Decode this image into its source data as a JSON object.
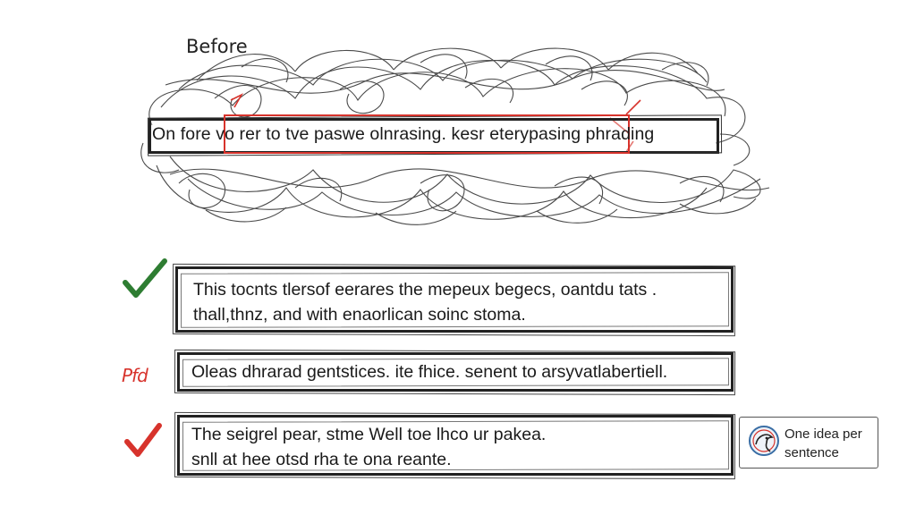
{
  "before_section": {
    "title": "Before",
    "sentence": "On fore  vo rer to tve paswe olnrasing. kesr eterypasing  phrading"
  },
  "examples": [
    {
      "status": "good",
      "mark_icon": "check-icon",
      "mark_color": "#2e7d32",
      "lines": [
        "This tocnts tlersof eerares the mepeux begecs, oantdu tats .",
        "thall,thnz, and with enaorlican soinc stoma."
      ]
    },
    {
      "status": "bad",
      "mark_icon": "fail-scribble-icon",
      "mark_text": "Pfd",
      "mark_color": "#d7332c",
      "lines": [
        "Oleas dhrarad gentstices. ite fhice. senent to arsyvatlabertiell."
      ]
    },
    {
      "status": "good",
      "mark_icon": "check-icon",
      "mark_color": "#d7332c",
      "lines": [
        "The seigrel pear, stme Well toe lhco ur pakea.",
        "snll at hee otsd rha te ona reante."
      ]
    }
  ],
  "callout": {
    "icon": "bird-head-icon",
    "lines": [
      "One idea per",
      "sentence"
    ]
  },
  "colors": {
    "ink": "#1b1b1b",
    "red": "#d7332c",
    "green": "#2e7d32",
    "callout_blue": "#3a6ea5"
  }
}
